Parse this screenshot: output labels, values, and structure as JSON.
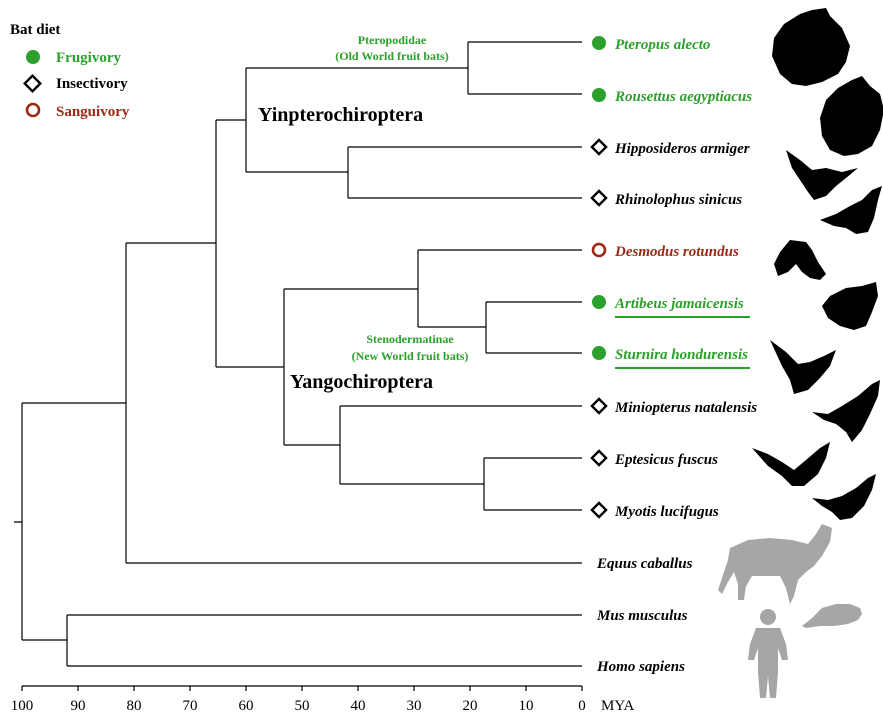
{
  "colors": {
    "frugivory": "#2ca02c",
    "insectivory": "#000000",
    "sanguivory": "#9a2a13",
    "outgroup_silhouette": "#a6a6a6",
    "bat_silhouette": "#000000"
  },
  "legend": {
    "title": "Bat diet",
    "items": [
      {
        "label": "Frugivory",
        "marker": "filled-circle"
      },
      {
        "label": "Insectivory",
        "marker": "open-diamond"
      },
      {
        "label": "Sanguivory",
        "marker": "open-circle"
      }
    ]
  },
  "clades": {
    "yinpterochiroptera": "Yinpterochiroptera",
    "yangochiroptera": "Yangochiroptera"
  },
  "subclades": {
    "pteropodidae": {
      "line1": "Pteropodidae",
      "line2": "(Old World fruit bats)"
    },
    "stenodermatinae": {
      "line1": "Stenodermatinae",
      "line2": "(New World fruit bats)"
    }
  },
  "taxa": [
    {
      "name": "Pteropus alecto",
      "diet": "frugivory",
      "silhouette": "hanging-fruit-bat-icon"
    },
    {
      "name": "Rousettus aegyptiacus",
      "diet": "frugivory",
      "silhouette": "hanging-fruit-bat-icon"
    },
    {
      "name": "Hipposideros armiger",
      "diet": "insectivory",
      "silhouette": "flying-bat-icon"
    },
    {
      "name": "Rhinolophus sinicus",
      "diet": "insectivory",
      "silhouette": "flying-bat-icon"
    },
    {
      "name": "Desmodus rotundus",
      "diet": "sanguivory",
      "silhouette": "vampire-bat-icon"
    },
    {
      "name": "Artibeus jamaicensis",
      "diet": "frugivory",
      "silhouette": "flying-bat-icon"
    },
    {
      "name": "Sturnira hondurensis",
      "diet": "frugivory",
      "silhouette": "flying-bat-icon"
    },
    {
      "name": "Miniopterus natalensis",
      "diet": "insectivory",
      "silhouette": "flying-bat-icon"
    },
    {
      "name": "Eptesicus fuscus",
      "diet": "insectivory",
      "silhouette": "flying-bat-icon"
    },
    {
      "name": "Myotis lucifugus",
      "diet": "insectivory",
      "silhouette": "flying-bat-icon"
    },
    {
      "name": "Equus caballus",
      "diet": null,
      "silhouette": "horse-icon"
    },
    {
      "name": "Mus musculus",
      "diet": null,
      "silhouette": "mouse-icon"
    },
    {
      "name": "Homo sapiens",
      "diet": null,
      "silhouette": "human-icon"
    }
  ],
  "tree": {
    "divergence_mya": {
      "pteropodidae": 20,
      "rhino_hippo": 41,
      "yinpterochiroptera": 60,
      "stenodermatinae": 16,
      "phyllostomid": 29,
      "eptesicus_myotis": 17,
      "mini_vesper": 43,
      "yangochiroptera": 53,
      "chiroptera": 65,
      "laurasiatheria": 81,
      "euarchontoglires": 92,
      "root": 100
    }
  },
  "axis": {
    "ticks": [
      100,
      90,
      80,
      70,
      60,
      50,
      40,
      30,
      20,
      10,
      0
    ],
    "unit": "MYA"
  }
}
